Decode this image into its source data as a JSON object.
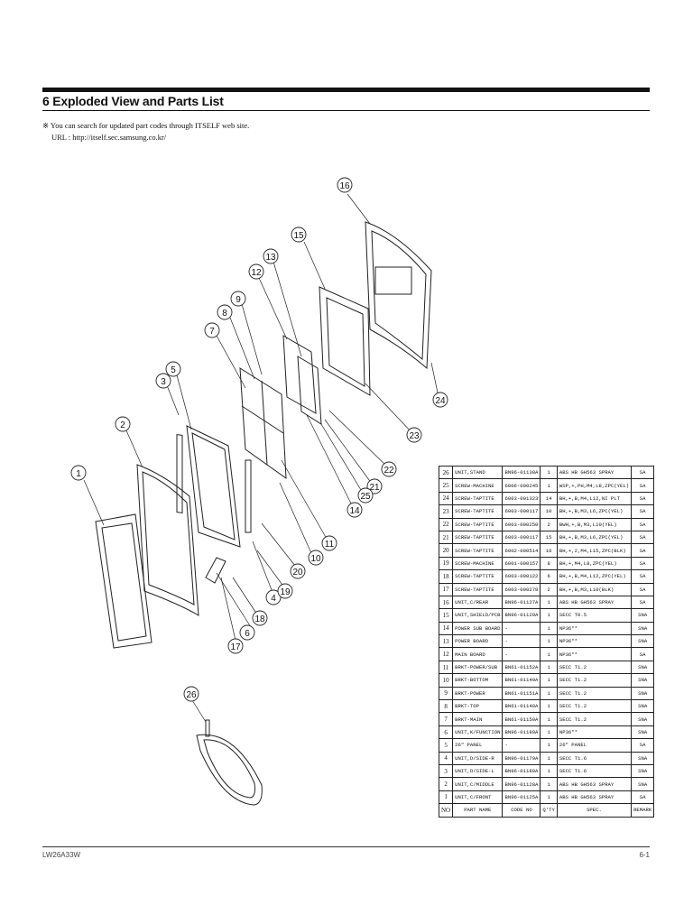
{
  "section_title": "6 Exploded View and Parts List",
  "note": {
    "line1": "※ You can search for updated part codes through ITSELF web site.",
    "line2": "URL : http://itself.sec.samsung.co.kr/"
  },
  "callouts": [
    "1",
    "2",
    "3",
    "4",
    "5",
    "6",
    "7",
    "8",
    "9",
    "10",
    "11",
    "12",
    "13",
    "14",
    "15",
    "16",
    "17",
    "18",
    "19",
    "20",
    "21",
    "22",
    "23",
    "24",
    "25",
    "26",
    "7"
  ],
  "parts_table": {
    "headers": [
      "NO",
      "PART NAME",
      "CODE NO",
      "Q'TY",
      "SPEC.",
      "REMARK"
    ],
    "rows": [
      [
        "26",
        "UNIT,STAND",
        "BN96-01138A",
        "1",
        "ABS HB GH563 SPRAY",
        "SA"
      ],
      [
        "25",
        "SCREW-MACHINE",
        "6006-000245",
        "1",
        "WSP,+,PH,M4,L8,ZPC(YEL)",
        "SA"
      ],
      [
        "24",
        "SCREW-TAPTITE",
        "6003-001323",
        "14",
        "BH,+,B,M4,L12,NI PLT",
        "SA"
      ],
      [
        "23",
        "SCREW-TAPTITE",
        "6003-000117",
        "10",
        "BH,+,B,M3,L6,ZPC(YEL)",
        "SA"
      ],
      [
        "22",
        "SCREW-TAPTITE",
        "6003-000250",
        "2",
        "BWH,+,B,M3,L10(YEL)",
        "SA"
      ],
      [
        "21",
        "SCREW-TAPTITE",
        "6003-000117",
        "15",
        "BH,+,B,M3,L6,ZPC(YEL)",
        "SA"
      ],
      [
        "20",
        "SCREW-TAPTITE",
        "6002-000514",
        "16",
        "BH,+,2,M4,L15,ZPC(BLK)",
        "SA"
      ],
      [
        "19",
        "SCREW-MACHINE",
        "6001-000157",
        "8",
        "BH,+,M4,L8,ZPC(YEL)",
        "SA"
      ],
      [
        "18",
        "SCREW-TAPTITE",
        "6003-000122",
        "6",
        "BH,+,B,M4,L12,ZPC(YEL)",
        "SA"
      ],
      [
        "17",
        "SCREW-TAPTITE",
        "6003-000278",
        "2",
        "BH,+,B,M3,L10(BLK)",
        "SA"
      ],
      [
        "16",
        "UNIT,C/REAR",
        "BN96-01127A",
        "1",
        "ABS HB GH563 SPRAY",
        "SA"
      ],
      [
        "15",
        "UNIT,SHIELD/PCB",
        "BN96-01129A",
        "1",
        "SECC T0.5",
        "SNA"
      ],
      [
        "14",
        "POWER SUB BOARD",
        "-",
        "1",
        "NP36**",
        "SNA"
      ],
      [
        "13",
        "POWER BOARD",
        "-",
        "1",
        "NP36**",
        "SNA"
      ],
      [
        "12",
        "MAIN BOARD",
        "-",
        "1",
        "NP36**",
        "SA"
      ],
      [
        "11",
        "BRKT-POWER/SUB",
        "BN61-01152A",
        "1",
        "SECC T1.2",
        "SNA"
      ],
      [
        "10",
        "BRKT-BOTTOM",
        "BN61-01149A",
        "1",
        "SECC T1.2",
        "SNA"
      ],
      [
        "9",
        "BRKT-POWER",
        "BN61-01151A",
        "1",
        "SECC T1.2",
        "SNA"
      ],
      [
        "8",
        "BRKT-TOP",
        "BN61-01148A",
        "1",
        "SECC T1.2",
        "SNA"
      ],
      [
        "7",
        "BRKT-MAIN",
        "BN61-01150A",
        "1",
        "SECC T1.2",
        "SNA"
      ],
      [
        "6",
        "UNIT,K/FUNCTION",
        "BN96-01180A",
        "1",
        "NP36**",
        "SNA"
      ],
      [
        "5",
        "26\" PANEL",
        "-",
        "1",
        "26\" PANEL",
        "SA"
      ],
      [
        "4",
        "UNIT,D/SIDE-R",
        "BN96-01179A",
        "1",
        "SECC T1.6",
        "SNA"
      ],
      [
        "3",
        "UNIT,D/SIDE-L",
        "BN96-01180A",
        "1",
        "SECC T1.6",
        "SNA"
      ],
      [
        "2",
        "UNIT,C/MIDDLE",
        "BN96-01128A",
        "1",
        "ABS HB GH563 SPRAY",
        "SNA"
      ],
      [
        "1",
        "UNIT,C/FRONT",
        "BN96-01125A",
        "1",
        "ABS HB GH563 SPRAY",
        "SA"
      ]
    ]
  },
  "footer": {
    "model": "LW26A33W",
    "page": "6-1"
  }
}
